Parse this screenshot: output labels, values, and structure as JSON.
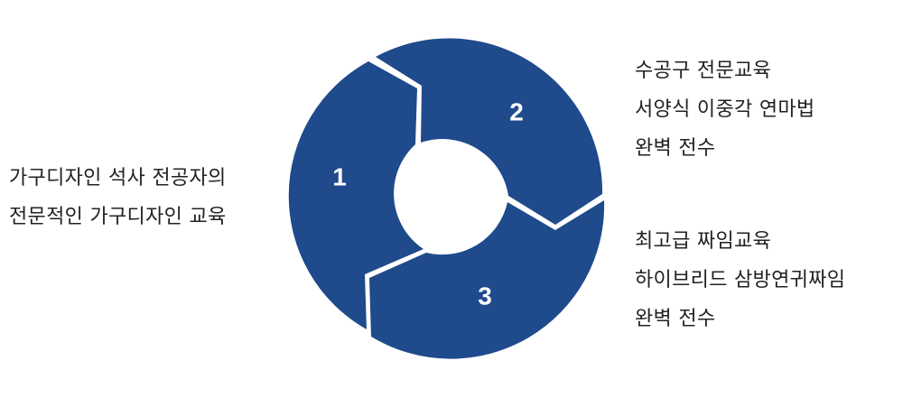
{
  "colors": {
    "segment_fill": "#1f4a8c",
    "segment_gap": "#ffffff",
    "text": "#222222"
  },
  "segments": [
    {
      "number": "1",
      "lines": [
        "가구디자인 석사 전공자의",
        "전문적인 가구디자인 교육"
      ]
    },
    {
      "number": "2",
      "lines": [
        "수공구 전문교육",
        "서양식 이중각 연마법",
        "완벽 전수"
      ]
    },
    {
      "number": "3",
      "lines": [
        "최고급  짜임교육",
        "하이브리드 삼방연귀짜임",
        "완벽 전수"
      ]
    }
  ]
}
